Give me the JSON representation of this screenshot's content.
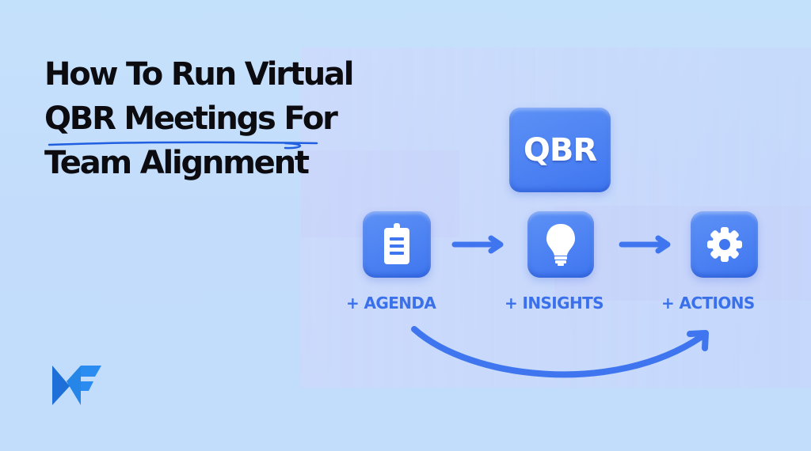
{
  "headline": {
    "line1": "How To Run Virtual",
    "line2": "QBR Meetings For",
    "line3": "Team Alignment",
    "underlined_phrase": "QBR Meetings"
  },
  "diagram": {
    "top_badge": "QBR",
    "steps": [
      {
        "label": "+ AGENDA",
        "icon": "clipboard-icon"
      },
      {
        "label": "+ INSIGHTS",
        "icon": "lightbulb-icon"
      },
      {
        "label": "+ ACTIONS",
        "icon": "gear-icon"
      }
    ],
    "connectors": [
      "arrow-right-icon",
      "arrow-right-icon",
      "curved-arrow-icon"
    ]
  },
  "brand": {
    "logo": "wf-logo"
  },
  "colors": {
    "background": "#c4e1fb",
    "accent": "#3f76ef",
    "label": "#3a70ea",
    "headline": "#0b0b10",
    "icon_fill": "#ffffff"
  }
}
